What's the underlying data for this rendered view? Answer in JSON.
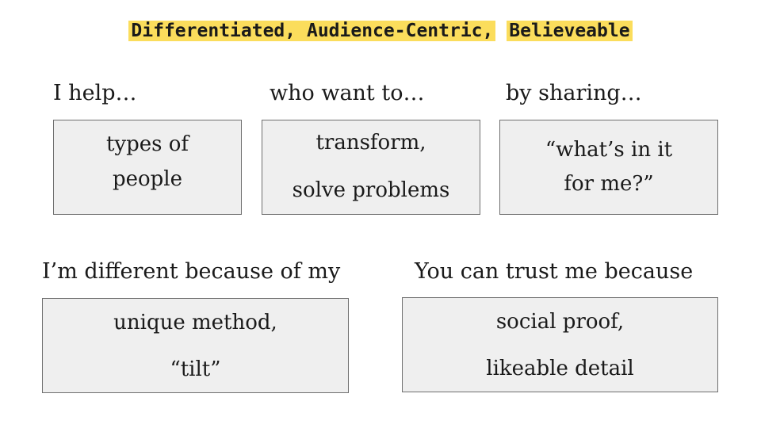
{
  "title": {
    "part1": "Differentiated, Audience-Centric,",
    "part2": "Believeable",
    "highlight_color": "#fbdd5c"
  },
  "sections": {
    "help": {
      "label": "I help…",
      "lines": [
        "types of",
        "people"
      ]
    },
    "want": {
      "label": "who want to…",
      "lines": [
        "transform,",
        "solve problems"
      ]
    },
    "sharing": {
      "label": "by sharing…",
      "lines": [
        "“what’s in it",
        "for me?”"
      ]
    },
    "different": {
      "label": "I’m different because of my",
      "lines": [
        "unique method,",
        "“tilt”"
      ]
    },
    "trust": {
      "label": "You can trust me because",
      "lines": [
        "social proof,",
        "likeable detail"
      ]
    }
  }
}
